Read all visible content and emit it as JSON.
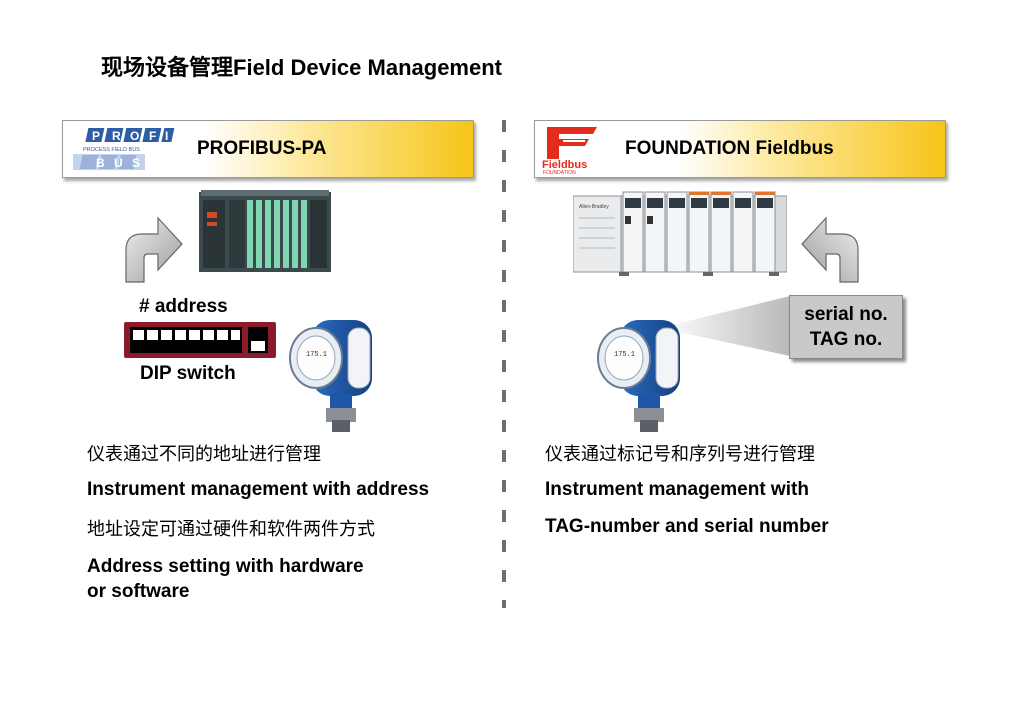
{
  "title": {
    "cn": "现场设备管理",
    "en": "Field Device Management"
  },
  "left": {
    "banner_label": "PROFIBUS-PA",
    "logo_text": "PROFI BUS",
    "logo_subtext": "PROCESS FIELD BUS",
    "address_label": "# address",
    "dip_label": "DIP switch",
    "text_cn_1": "仪表通过不同的地址进行管理",
    "text_en_1": "Instrument management with address",
    "text_cn_2": "地址设定可通过硬件和软件两件方式",
    "text_en_2_line1": "Address setting with hardware",
    "text_en_2_line2": "or software"
  },
  "right": {
    "banner_label": "FOUNDATION Fieldbus",
    "logo_text": "Fieldbus",
    "logo_subtext": "FOUNDATION",
    "callout_line1": "serial no.",
    "callout_line2": "TAG no.",
    "text_cn_1": "仪表通过标记号和序列号进行管理",
    "text_en_1": "Instrument management with",
    "text_en_2": "TAG-number and serial number"
  },
  "colors": {
    "banner_gradient_end": "#f6c519",
    "dip_switch": "#8b1a2a",
    "transmitter_blue": "#1f57a8",
    "plc_dark": "#2c3a3c",
    "plc_green": "#7fd6b0"
  },
  "icons": [
    "profibus-logo",
    "fieldbus-logo",
    "curved-arrow-icon",
    "plc-rack-icon",
    "controllogix-rack-icon",
    "pressure-transmitter-icon",
    "dip-switch-icon"
  ]
}
